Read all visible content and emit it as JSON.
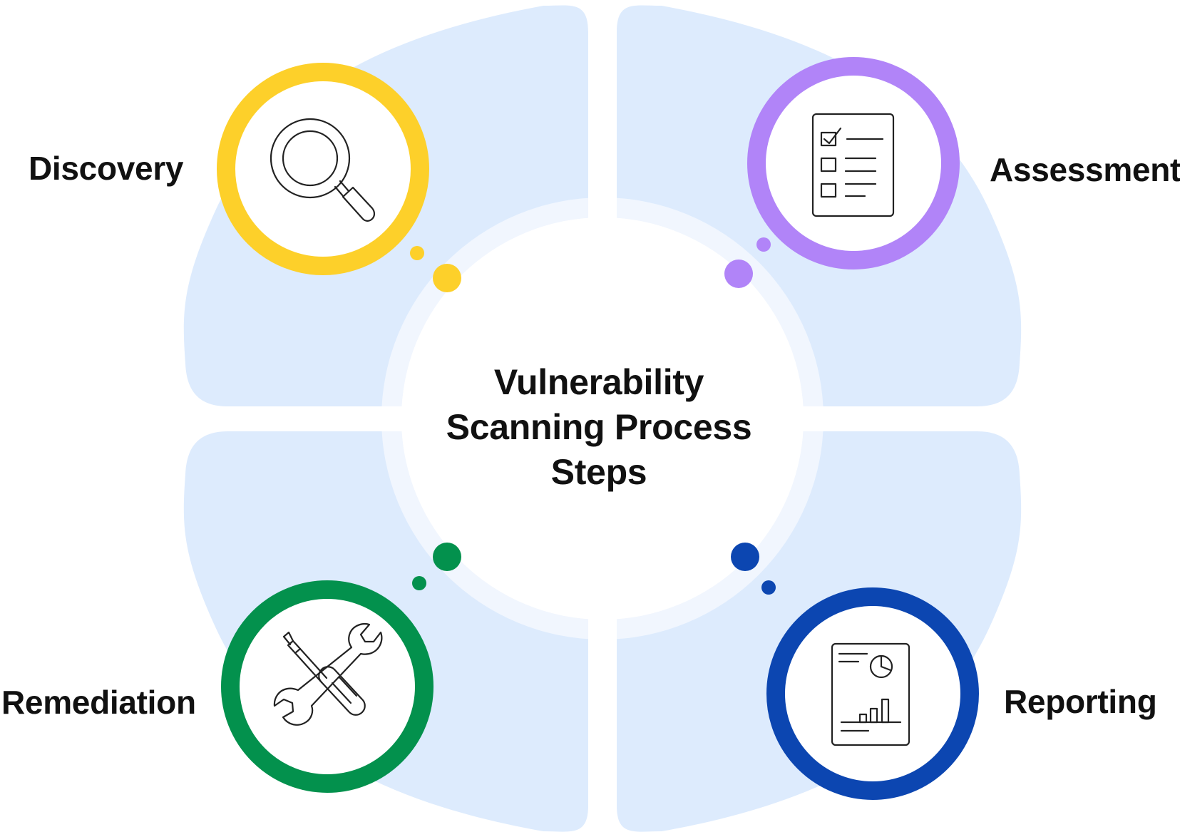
{
  "center": {
    "title_lines": [
      "Vulnerability",
      "Scanning Process",
      "Steps"
    ]
  },
  "steps": [
    {
      "label": "Discovery",
      "color": "#FDD02A",
      "icon": "magnifier-icon"
    },
    {
      "label": "Assessment",
      "color": "#B184F8",
      "icon": "checklist-icon"
    },
    {
      "label": "Remediation",
      "color": "#03914D",
      "icon": "tools-icon"
    },
    {
      "label": "Reporting",
      "color": "#0C46B1",
      "icon": "report-icon"
    }
  ],
  "colors": {
    "quadrant_fill": "#DDEBFD",
    "inner_ring": "#F1F6FE",
    "icon_stroke": "#222222"
  }
}
